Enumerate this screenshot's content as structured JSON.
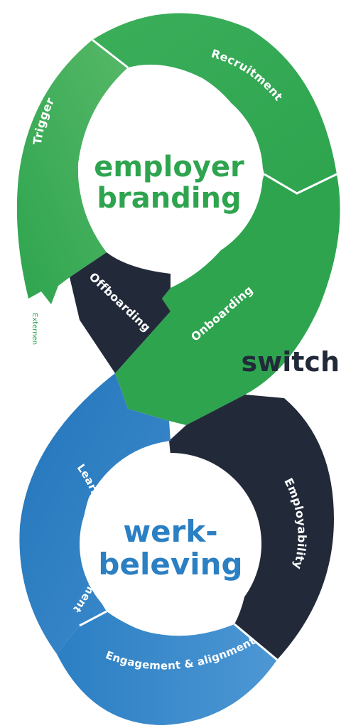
{
  "top_loop": {
    "title_line1": "employer",
    "title_line2": "branding",
    "segments": [
      "Trigger",
      "Recruitment",
      "Onboarding",
      "Offboarding"
    ],
    "side_label": "Externen"
  },
  "bottom_loop": {
    "title_line1": "werk-",
    "title_line2": "beleving",
    "segments": [
      "Learning & development",
      "Engagement & alignment",
      "Employability"
    ]
  },
  "switch_label": "switch",
  "colors": {
    "green": "#2ea44f",
    "green_light": "#5cbb6d",
    "blue": "#2b7fc3",
    "blue_light": "#4c97d4",
    "navy": "#222a3a",
    "white": "#ffffff"
  }
}
